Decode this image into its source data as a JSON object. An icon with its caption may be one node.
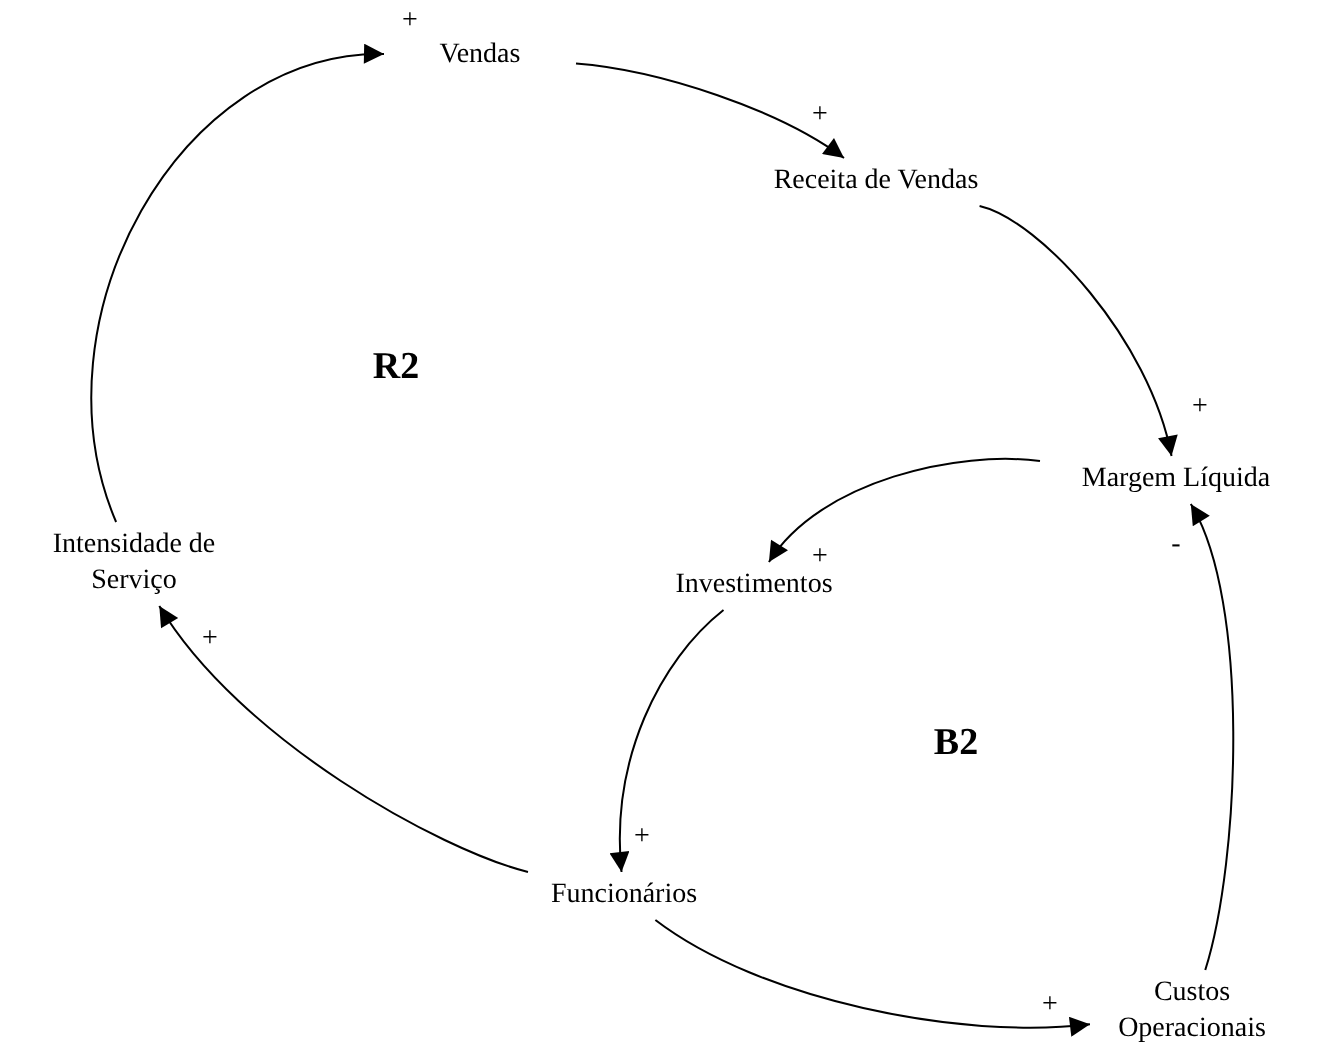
{
  "diagram": {
    "nodes": [
      {
        "text": [
          "Vendas"
        ]
      },
      {
        "text": [
          "Receita de Vendas"
        ]
      },
      {
        "text": [
          "Margem Líquida"
        ]
      },
      {
        "text": [
          "Intensidade de Serviço"
        ]
      },
      {
        "text": [
          "Investimentos"
        ]
      },
      {
        "text": [
          "Funcionários"
        ]
      },
      {
        "text": [
          "Custos Operacionais"
        ]
      }
    ],
    "edges": [
      {
        "from": 0,
        "to": 1,
        "arrow": "to",
        "label": "+"
      },
      {
        "from": 1,
        "to": 2,
        "arrow": "to",
        "label": "+"
      },
      {
        "from": 2,
        "to": 4,
        "arrow": "to",
        "label": "+"
      },
      {
        "from": 4,
        "to": 5,
        "arrow": "to",
        "label": "+"
      },
      {
        "from": 5,
        "to": 3,
        "arrow": "to",
        "label": "+"
      },
      {
        "from": 3,
        "to": 0,
        "arrow": "to",
        "label": "+"
      },
      {
        "from": 5,
        "to": 6,
        "arrow": "to",
        "label": "+"
      },
      {
        "from": 6,
        "to": 2,
        "arrow": "to",
        "label": "-"
      }
    ],
    "labels": [
      "R2",
      "B2"
    ]
  }
}
